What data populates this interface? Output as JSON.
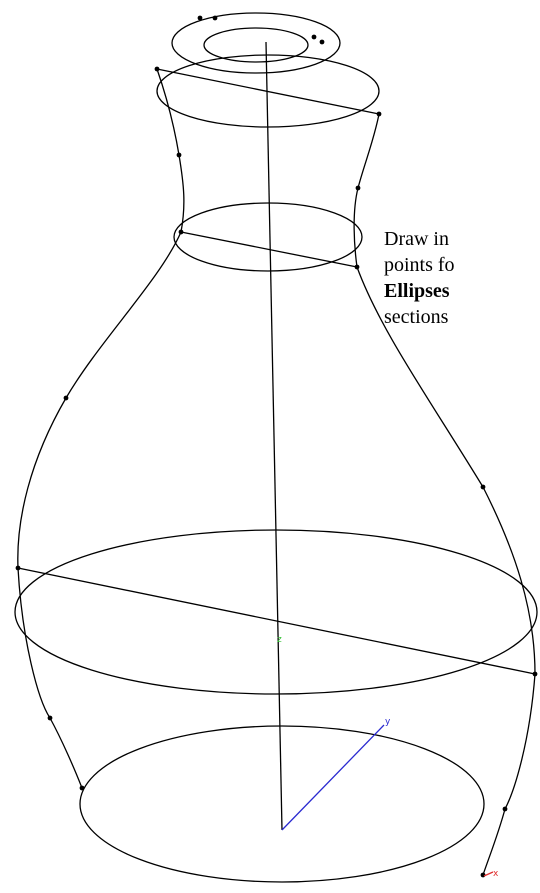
{
  "caption": {
    "line1": "Draw in",
    "line2": "points fo",
    "line3_bold": "Ellipses",
    "line4": "sections"
  },
  "axes": {
    "y_label": "y",
    "x_label": "x",
    "z_label": "z"
  },
  "colors": {
    "line": "#000000",
    "y_axis": "#2a2ad0",
    "x_axis": "#e03030",
    "z_marker": "#30c030"
  }
}
